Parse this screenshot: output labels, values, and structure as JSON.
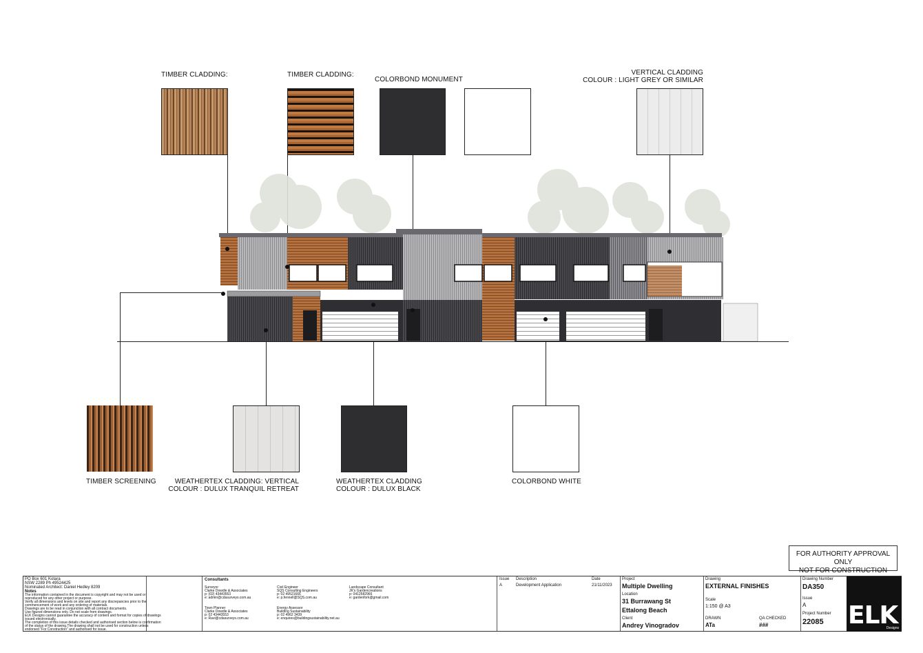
{
  "swatches_top": [
    {
      "label": "TIMBER CLADDING:",
      "style": "tv"
    },
    {
      "label": "TIMBER CLADDING:",
      "style": "th"
    },
    {
      "label": "COLORBOND MONUMENT",
      "style": "dark"
    },
    {
      "label": "",
      "style": "white"
    },
    {
      "label_line1": "VERTICAL CLADDING",
      "label_line2": "COLOUR : LIGHT GREY OR SIMILAR",
      "style": "lgrey"
    }
  ],
  "swatches_bottom": [
    {
      "label": "TIMBER SCREENING"
    },
    {
      "label_line1": "WEATHERTEX CLADDING: VERTICAL",
      "label_line2": "COLOUR : DULUX TRANQUIL RETREAT"
    },
    {
      "label_line1": "WEATHERTEX CLADDING",
      "label_line2": "COLOUR : DULUX BLACK"
    },
    {
      "label": "COLORBOND WHITE"
    }
  ],
  "stamp": {
    "line1": "FOR AUTHORITY APPROVAL ONLY",
    "line2": "NOT FOR CONSTRUCTION"
  },
  "titleblock": {
    "office": {
      "address1": "PO Box 601 Kotara",
      "address2": "NSW 2289 Ph 49524425",
      "architect": "Nominated Architect: Daniel Hedley 8209",
      "notes_title": "Notes",
      "notes": [
        "The information contained in the document is copyright and may not be used or",
        "reproduced for any other project or purpose.",
        "Verify all dimensions and levels on site and report any discrepancies prior to the",
        "commencement of work and any ordering of materials.",
        "Drawings are to be read in conjunction with all contract documents.",
        "Use figured dimensions only. Do not scale from drawings.",
        "ELK Designs cannot guarantee the accuracy of content and format for copies of drawings",
        "issued electronically.",
        "The completion of this issue details checked and authorised section below is confirmation",
        "of the status of the drawing.The drawing shall not be used for construction unless",
        "endorsed \"For Construction\" and authorised for issue."
      ]
    },
    "consultants": {
      "title": "Consultants",
      "col1": [
        "Surveyor",
        "Clarke Dowdle & Associates",
        "p: (02) 43443553",
        "e: admin@cdasurveys.com.au",
        "",
        "Town Planner",
        "Clarke Dowdle & Associates",
        "p: 02 43443553",
        "e: Ravi@cdasurveys.com.au"
      ],
      "col2": [
        "Civil Engineer",
        "SQS Consulting Engineers",
        "p: 02 49521666",
        "e: p.fennell@SQS.com.au",
        "",
        "Energy Assessor",
        "Building Sustainability",
        "p: 02 4962 3439",
        "e: enquires@buildingsustainability.net.au"
      ],
      "col3": [
        "Landscape Consultant",
        "JK's Gardencreations",
        "p: 0412582966",
        "e: gardenfork@gmail.com"
      ]
    },
    "issue": {
      "h_issue": "Issue",
      "h_desc": "Description",
      "h_date": "Date",
      "issue": "A",
      "desc": "Development Application",
      "date": "21/11/2023"
    },
    "project": {
      "h_project": "Project",
      "project": "Multiple Dwelling",
      "h_location": "Location",
      "loc1": "31 Burrawang St",
      "loc2": "Ettalong Beach",
      "h_client": "Client",
      "client": "Andrey Vinogradov"
    },
    "drawing": {
      "h_drawing": "Drawing",
      "drawing": "EXTERNAL FINISHES",
      "h_scale": "Scale",
      "scale": "1:150 @ A3",
      "h_drawn": "DRAWN",
      "drawn": "ATa",
      "h_qa": "QA CHECKED",
      "qa": "###"
    },
    "numbers": {
      "h_num": "Drawing Number",
      "num": "DA350",
      "h_issue": "Issue",
      "issue": "A",
      "h_proj": "Project Number",
      "proj": "22085"
    },
    "logo": {
      "text": "ELK",
      "sub": "Designs"
    }
  }
}
